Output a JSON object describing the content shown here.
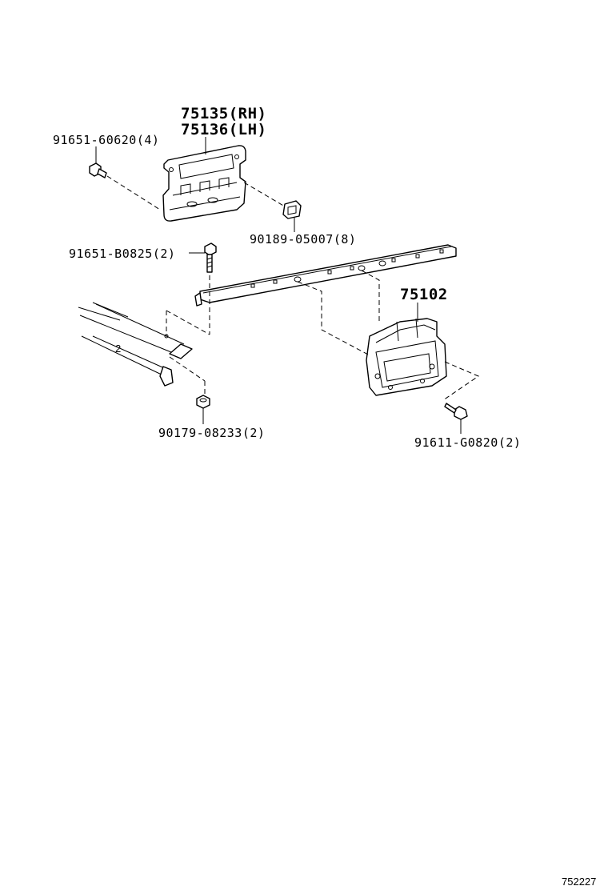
{
  "labels": {
    "p75135": "75135(RH)",
    "p75136": "75136(LH)",
    "p91651_60620": "91651-60620(4)",
    "p90189_05007": "90189-05007(8)",
    "p91651_b0825": "91651-B0825(2)",
    "p75102": "75102",
    "p90179_08233": "90179-08233(2)",
    "p91611_g0820": "91611-G0820(2)"
  },
  "illustration_id": "752227",
  "icons": [
    "bolt-icon",
    "clip-icon",
    "nut-icon",
    "bracket-icon",
    "rail-icon",
    "bumper-reinforcement-icon"
  ],
  "colors": {
    "ink": "#000000",
    "paper": "#ffffff"
  }
}
